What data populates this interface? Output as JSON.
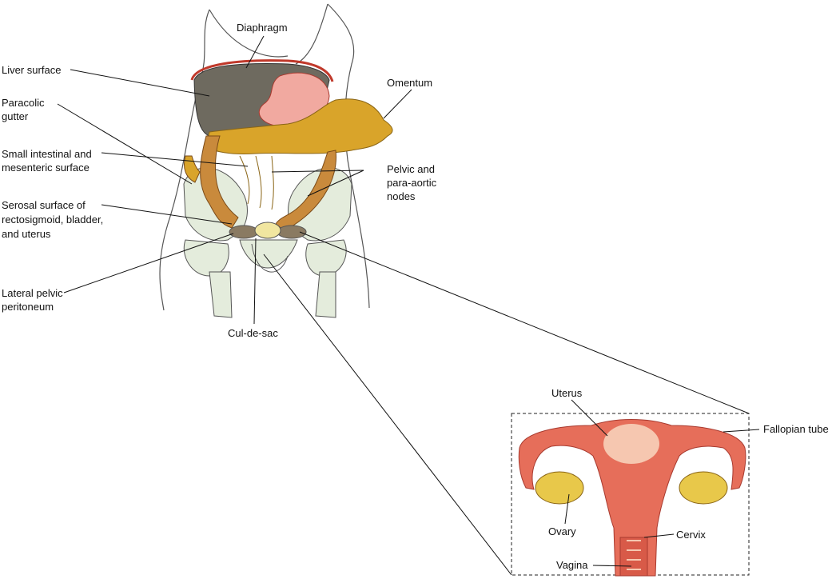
{
  "labels": {
    "diaphragm": "Diaphragm",
    "liver_surface": "Liver surface",
    "omentum": "Omentum",
    "paracolic_line1": "Paracolic",
    "paracolic_line2": "gutter",
    "small_int_line1": "Small intestinal and",
    "small_int_line2": "mesenteric surface",
    "pelvic_line1": "Pelvic and",
    "pelvic_line2": "para-aortic",
    "pelvic_line3": "nodes",
    "serosal_line1": "Serosal surface of",
    "serosal_line2": "rectosigmoid, bladder,",
    "serosal_line3": "and uterus",
    "lateral_line1": "Lateral pelvic",
    "lateral_line2": "peritoneum",
    "culdesac": "Cul-de-sac",
    "uterus": "Uterus",
    "fallopian_tube": "Fallopian tube",
    "ovary": "Ovary",
    "cervix": "Cervix",
    "vagina": "Vagina"
  },
  "colors": {
    "liver": "#6e6a5f",
    "omentum": "#d9a42a",
    "bowel": "#c98a3c",
    "bone": "#e4ecdc",
    "uterus": "#e66e5a",
    "uterus_light": "#f6c7b0",
    "ovary": "#e8c84a",
    "peritoneum_edge": "#c0392b",
    "outline": "#333333"
  }
}
